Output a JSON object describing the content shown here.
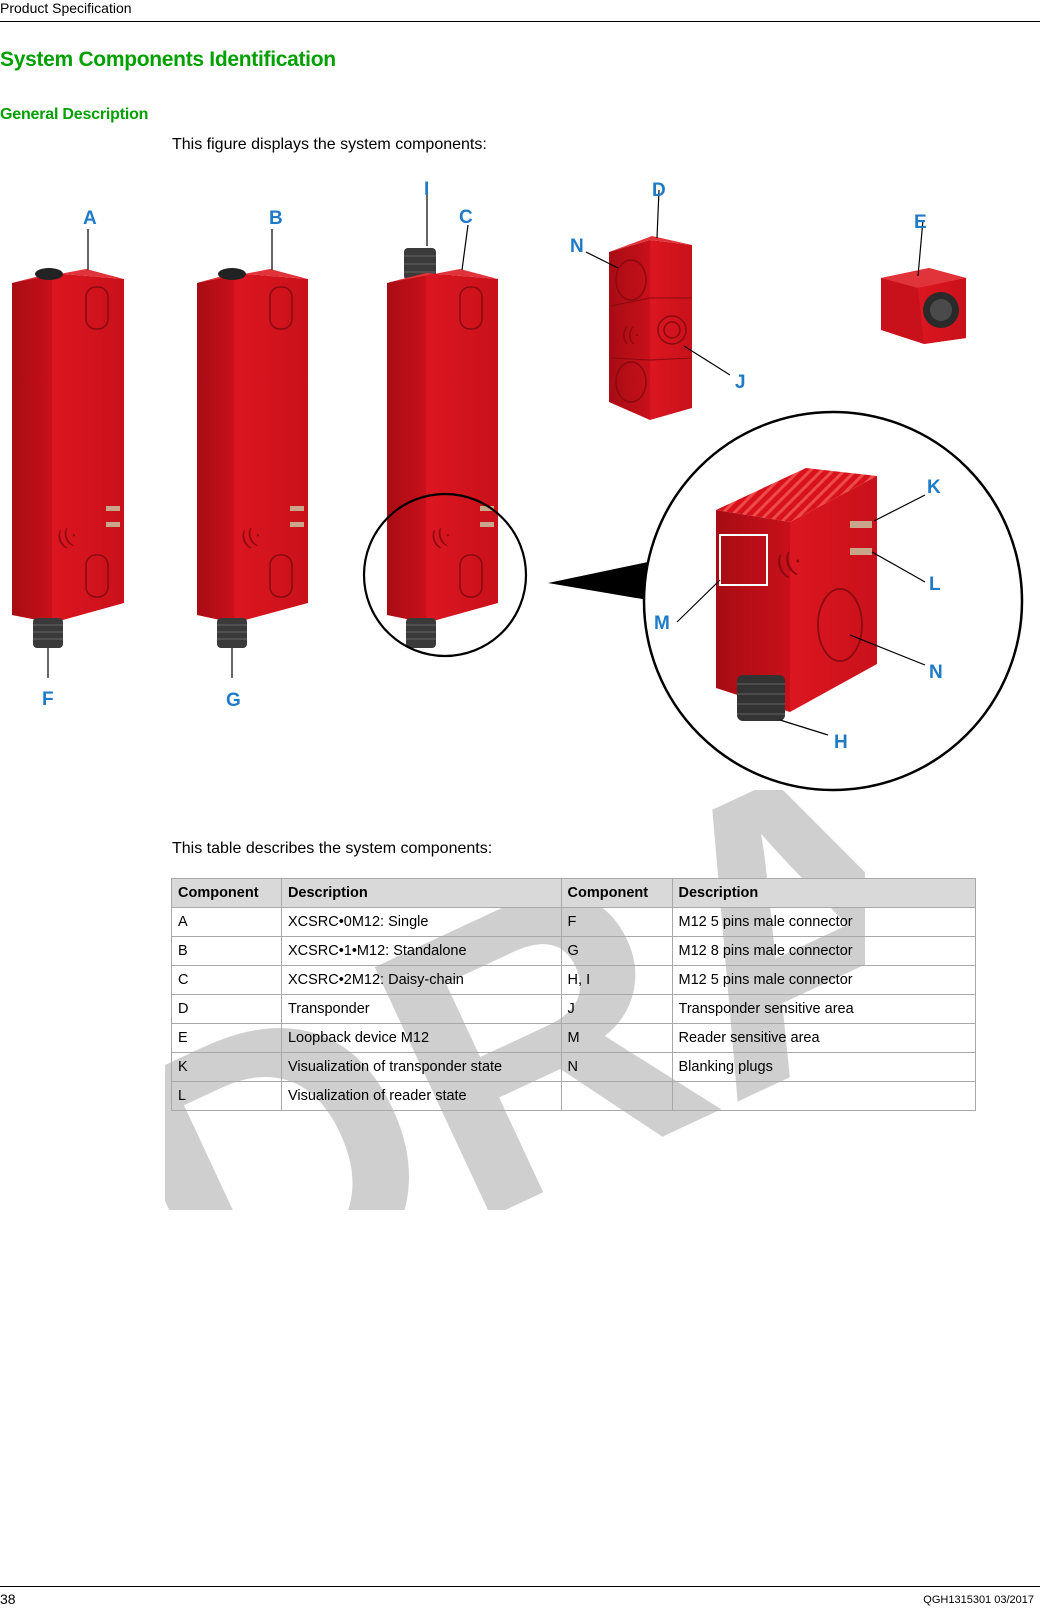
{
  "header": {
    "running_title": "Product Specification"
  },
  "section_title": "System Components Identification",
  "subsection_title": "General Description",
  "intro_figure": "This figure displays the system components:",
  "intro_table": "This table describes the system components:",
  "figure": {
    "callouts": [
      "A",
      "B",
      "C",
      "D",
      "E",
      "F",
      "G",
      "H",
      "I",
      "J",
      "K",
      "L",
      "M",
      "N"
    ]
  },
  "table": {
    "headers": [
      "Component",
      "Description",
      "Component",
      "Description"
    ],
    "rows": [
      [
        "A",
        "XCSRC•0M12: Single",
        "F",
        "M12 5 pins male connector"
      ],
      [
        "B",
        "XCSRC•1•M12: Standalone",
        "G",
        "M12 8 pins male connector"
      ],
      [
        "C",
        "XCSRC•2M12: Daisy-chain",
        "H, I",
        "M12 5 pins male connector"
      ],
      [
        "D",
        "Transponder",
        "J",
        "Transponder sensitive area"
      ],
      [
        "E",
        "Loopback device M12",
        "M",
        "Reader sensitive area"
      ],
      [
        "K",
        "Visualization of transponder state",
        "N",
        "Blanking plugs"
      ],
      [
        "L",
        "Visualization of reader state",
        "",
        ""
      ]
    ]
  },
  "watermark": "DRAFT",
  "footer": {
    "page_number": "38",
    "doc_code": "QGH1315301 03/2017"
  },
  "colors": {
    "heading": "#00a000",
    "callout": "#1f7bc8",
    "device_red": "#d8121c"
  }
}
